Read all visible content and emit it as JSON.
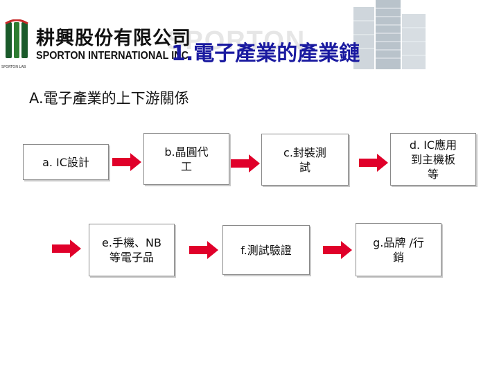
{
  "header": {
    "company_name_cn": "耕興股份有限公司",
    "company_name_en": "SPORTON INTERNATIONAL INC.",
    "logo_caption": "SPORTON LAB",
    "watermark": "SPORTON",
    "accent_color": "#1a1aa0"
  },
  "title": "1.電子產業的產業鏈",
  "subtitle": "A.電子產業的上下游關係",
  "flow": {
    "row1": [
      {
        "id": "a",
        "label": "a. IC設計"
      },
      {
        "id": "b",
        "label": "b.晶圓代\n工"
      },
      {
        "id": "c",
        "label": "c.封裝測\n試"
      },
      {
        "id": "d",
        "label": "d. IC應用\n到主機板\n等"
      }
    ],
    "row2": [
      {
        "id": "e",
        "label": "e.手機、NB\n等電子品"
      },
      {
        "id": "f",
        "label": "f.測試驗證"
      },
      {
        "id": "g",
        "label": "g.品牌 /行\n銷"
      }
    ],
    "arrow_color": "#e0002a"
  }
}
